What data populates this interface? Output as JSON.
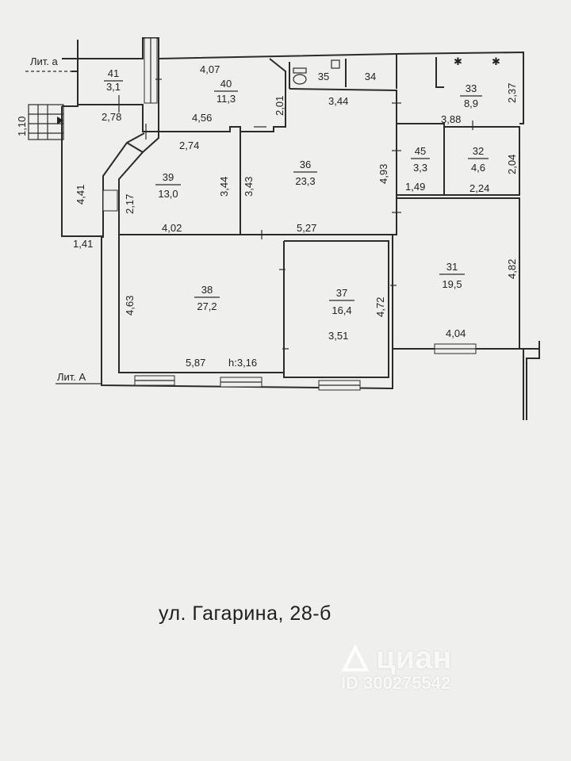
{
  "plan": {
    "letter_a_small": "Лит. а",
    "letter_a_big": "Лит. А",
    "rooms": [
      {
        "id": "r41",
        "number": "41",
        "area": "3,1"
      },
      {
        "id": "r40",
        "number": "40",
        "area": "11,3"
      },
      {
        "id": "r35",
        "number": "35",
        "area": ""
      },
      {
        "id": "r34",
        "number": "34",
        "area": ""
      },
      {
        "id": "r33",
        "number": "33",
        "area": "8,9"
      },
      {
        "id": "r36",
        "number": "36",
        "area": "23,3"
      },
      {
        "id": "r45",
        "number": "45",
        "area": "3,3"
      },
      {
        "id": "r32",
        "number": "32",
        "area": "4,6"
      },
      {
        "id": "r39",
        "number": "39",
        "area": "13,0"
      },
      {
        "id": "r38",
        "number": "38",
        "area": "27,2"
      },
      {
        "id": "r37",
        "number": "37",
        "area": "16,4"
      },
      {
        "id": "r31",
        "number": "31",
        "area": "19,5"
      }
    ],
    "dims": {
      "d407": "4,07",
      "d344": "3,44",
      "d237": "2,37",
      "d201": "2,01",
      "d278": "2,78",
      "d456": "4,56",
      "d388": "3,88",
      "d110": "1,10",
      "d274": "2,74",
      "d204": "2,04",
      "d441": "4,41",
      "d217": "2,17",
      "d344b": "3,44",
      "d343": "3,43",
      "d493": "4,93",
      "d149": "1,49",
      "d224": "2,24",
      "d402": "4,02",
      "d527": "5,27",
      "d141": "1,41",
      "d482": "4,82",
      "d463": "4,63",
      "d472": "4,72",
      "d351": "3,51",
      "d404": "4,04",
      "d587": "5,87",
      "height": "h:3,16"
    }
  },
  "address": "ул. Гагарина, 28-б",
  "watermark": {
    "brand": "циан",
    "id": "ID 300275542"
  }
}
